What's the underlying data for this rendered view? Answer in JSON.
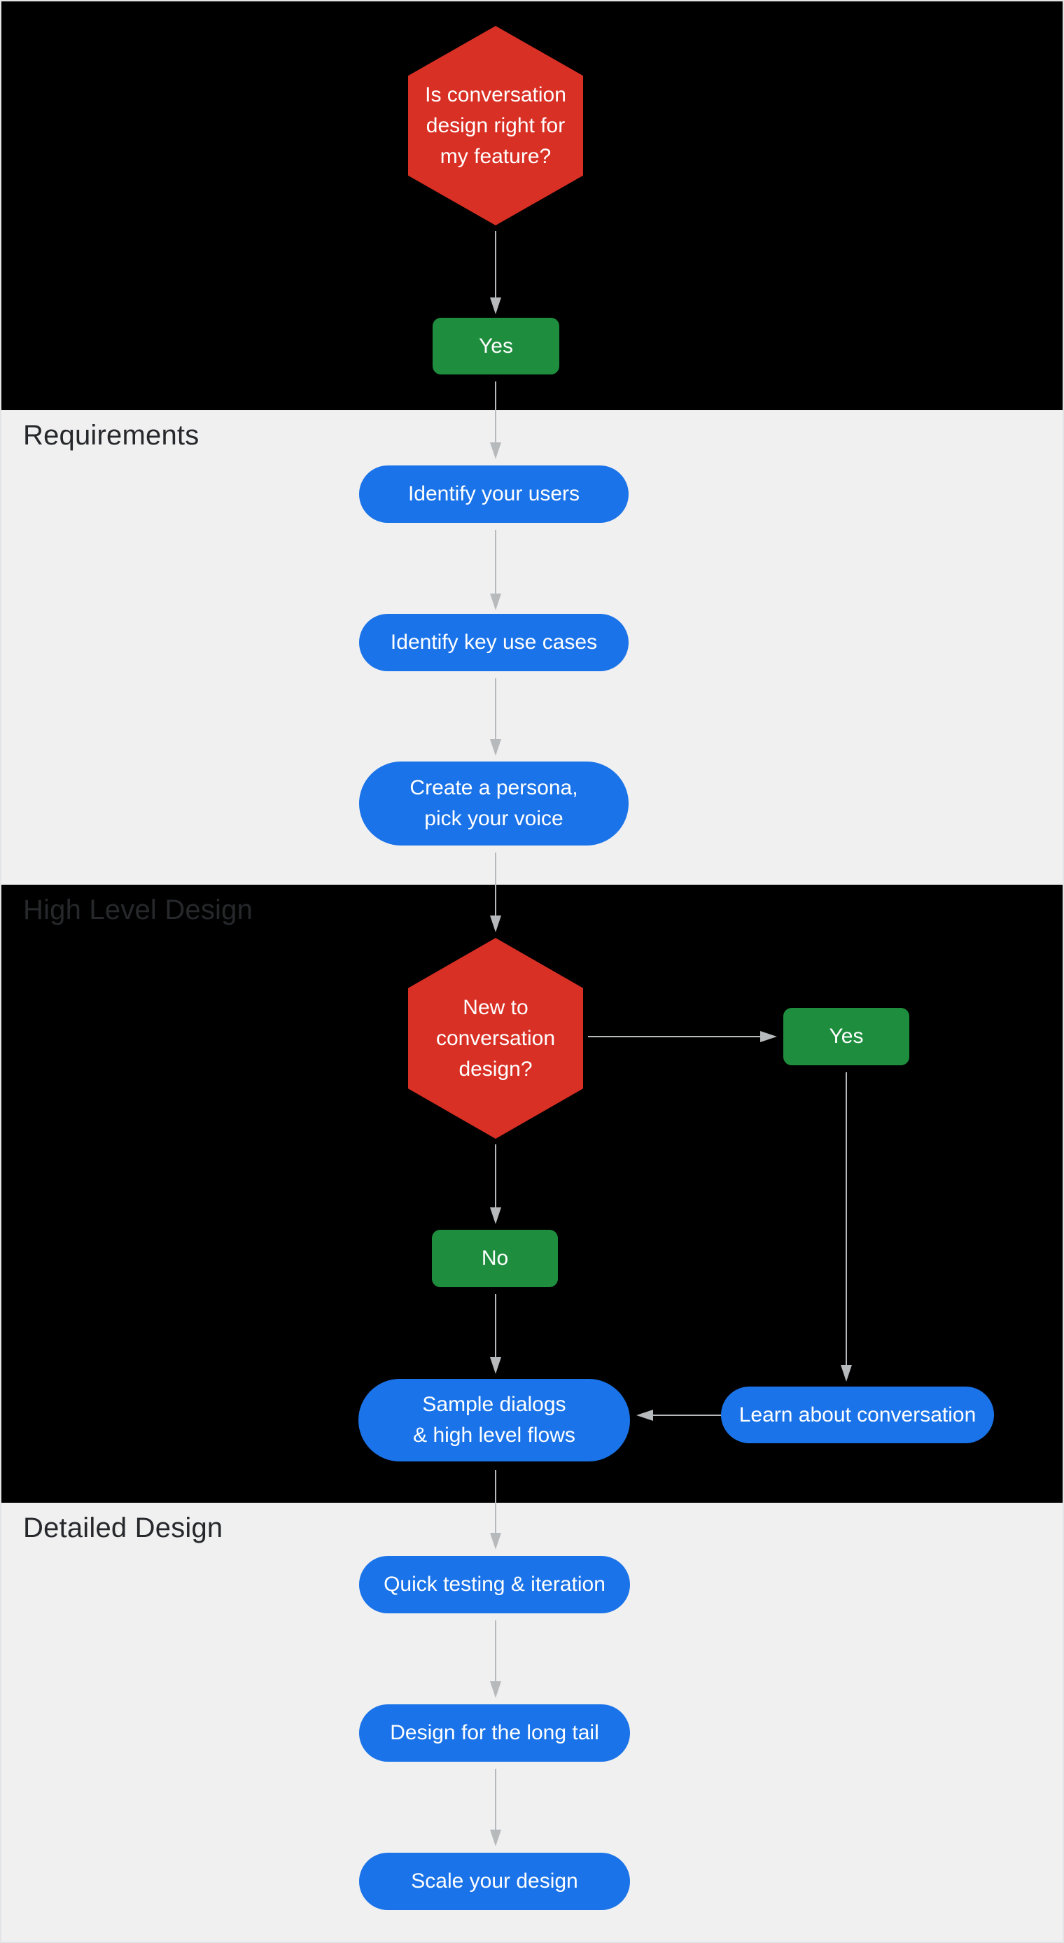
{
  "colors": {
    "decision_red": "#d93025",
    "answer_green": "#1e8e3e",
    "step_blue": "#1a73e8",
    "section_dark": "#000000",
    "section_light": "#f0f0f1",
    "connector_gray": "#b7babc",
    "label_gray": "#26282b",
    "node_text": "#ffffff",
    "page_border": "#e2e4e6"
  },
  "sections": {
    "requirements": {
      "label": "Requirements"
    },
    "high_level_design": {
      "label": "High Level Design"
    },
    "detailed_design": {
      "label": "Detailed Design"
    }
  },
  "nodes": {
    "decision_feature": {
      "type": "decision",
      "label": "Is conversation\ndesign right for\nmy feature?"
    },
    "answer_yes_feature": {
      "type": "answer",
      "label": "Yes"
    },
    "identify_users": {
      "type": "step",
      "label": "Identify your users"
    },
    "identify_key_use_cases": {
      "type": "step",
      "label": "Identify key use cases"
    },
    "create_persona": {
      "type": "step",
      "label": "Create a persona,\npick your voice"
    },
    "decision_new_to_cd": {
      "type": "decision",
      "label": "New to\nconversation\ndesign?"
    },
    "answer_yes_new": {
      "type": "answer",
      "label": "Yes"
    },
    "answer_no_new": {
      "type": "answer",
      "label": "No"
    },
    "sample_dialogs": {
      "type": "step",
      "label": "Sample dialogs\n& high level flows"
    },
    "learn_about_conversation": {
      "type": "step",
      "label": "Learn about conversation"
    },
    "quick_testing": {
      "type": "step",
      "label": "Quick testing & iteration"
    },
    "design_long_tail": {
      "type": "step",
      "label": "Design for the long tail"
    },
    "scale_design": {
      "type": "step",
      "label": "Scale your design"
    }
  }
}
